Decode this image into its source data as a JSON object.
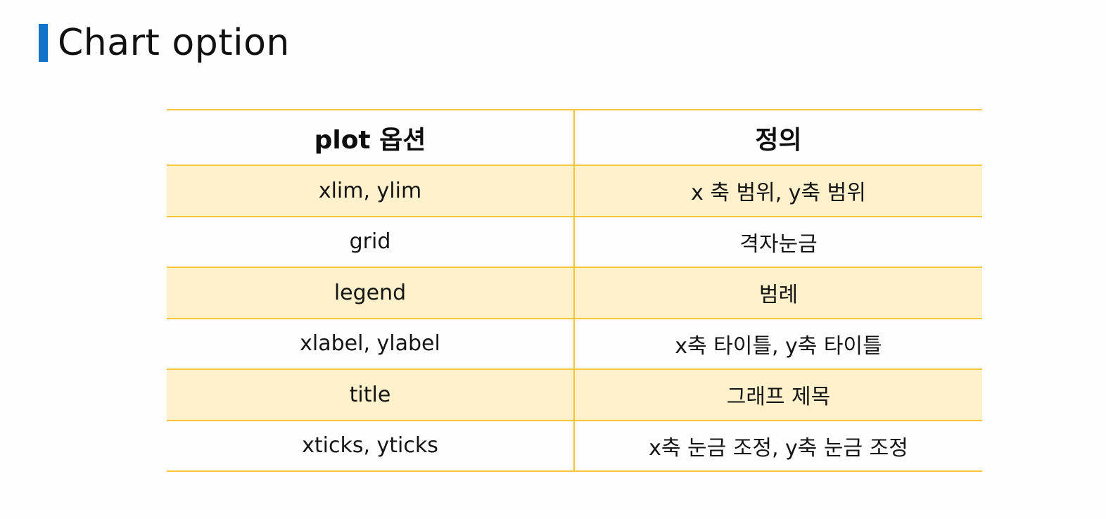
{
  "title": "Chart option",
  "colors": {
    "title_bar": "#1273c9",
    "table_border": "#f8c538",
    "row_shade": "#fff1cc"
  },
  "table": {
    "headers": [
      "plot 옵션",
      "정의"
    ],
    "rows": [
      {
        "option": "xlim, ylim",
        "definition": "x 축 범위, y축 범위"
      },
      {
        "option": "grid",
        "definition": "격자눈금"
      },
      {
        "option": "legend",
        "definition": "범례"
      },
      {
        "option": "xlabel, ylabel",
        "definition": "x축 타이틀, y축 타이틀"
      },
      {
        "option": "title",
        "definition": "그래프 제목"
      },
      {
        "option": "xticks, yticks",
        "definition": "x축 눈금 조정, y축 눈금 조정"
      }
    ]
  }
}
